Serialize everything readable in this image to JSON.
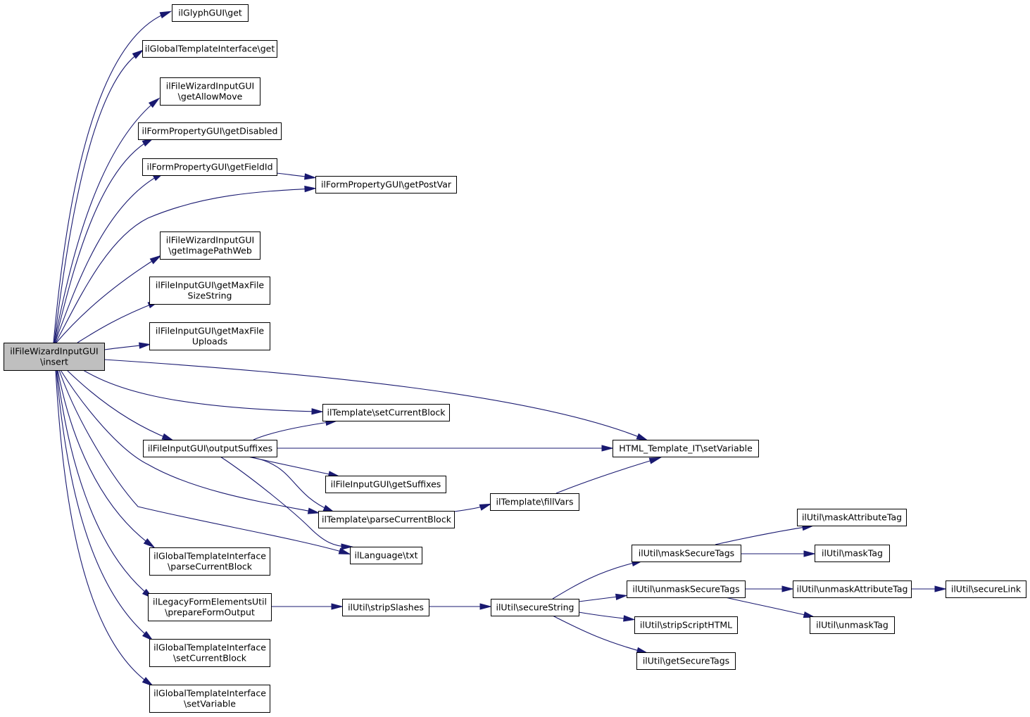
{
  "graph": {
    "root": "insert",
    "nodes": [
      {
        "id": "insert",
        "lines": [
          "ilFileWizardInputGUI",
          "\\insert"
        ]
      },
      {
        "id": "glyph_get",
        "lines": [
          "ilGlyphGUI\\get"
        ]
      },
      {
        "id": "gti_get",
        "lines": [
          "ilGlobalTemplateInterface\\get"
        ]
      },
      {
        "id": "getAllowMove",
        "lines": [
          "ilFileWizardInputGUI",
          "\\getAllowMove"
        ]
      },
      {
        "id": "getDisabled",
        "lines": [
          "ilFormPropertyGUI\\getDisabled"
        ]
      },
      {
        "id": "getFieldId",
        "lines": [
          "ilFormPropertyGUI\\getFieldId"
        ]
      },
      {
        "id": "getPostVar",
        "lines": [
          "ilFormPropertyGUI\\getPostVar"
        ]
      },
      {
        "id": "getImagePathWeb",
        "lines": [
          "ilFileWizardInputGUI",
          "\\getImagePathWeb"
        ]
      },
      {
        "id": "getMaxFileSizeString",
        "lines": [
          "ilFileInputGUI\\getMaxFile",
          "SizeString"
        ]
      },
      {
        "id": "getMaxFileUploads",
        "lines": [
          "ilFileInputGUI\\getMaxFile",
          "Uploads"
        ]
      },
      {
        "id": "tpl_setCurrentBlock",
        "lines": [
          "ilTemplate\\setCurrentBlock"
        ]
      },
      {
        "id": "outputSuffixes",
        "lines": [
          "ilFileInputGUI\\outputSuffixes"
        ]
      },
      {
        "id": "setVariable_it",
        "lines": [
          "HTML_Template_IT\\setVariable"
        ]
      },
      {
        "id": "getSuffixes",
        "lines": [
          "ilFileInputGUI\\getSuffixes"
        ]
      },
      {
        "id": "fillVars",
        "lines": [
          "ilTemplate\\fillVars"
        ]
      },
      {
        "id": "tpl_parseCurrentBlock",
        "lines": [
          "ilTemplate\\parseCurrentBlock"
        ]
      },
      {
        "id": "lng_txt",
        "lines": [
          "ilLanguage\\txt"
        ]
      },
      {
        "id": "gti_parseCurrentBlock",
        "lines": [
          "ilGlobalTemplateInterface",
          "\\parseCurrentBlock"
        ]
      },
      {
        "id": "prepareFormOutput",
        "lines": [
          "ilLegacyFormElementsUtil",
          "\\prepareFormOutput"
        ]
      },
      {
        "id": "gti_setCurrentBlock",
        "lines": [
          "ilGlobalTemplateInterface",
          "\\setCurrentBlock"
        ]
      },
      {
        "id": "gti_setVariable",
        "lines": [
          "ilGlobalTemplateInterface",
          "\\setVariable"
        ]
      },
      {
        "id": "stripSlashes",
        "lines": [
          "ilUtil\\stripSlashes"
        ]
      },
      {
        "id": "secureString",
        "lines": [
          "ilUtil\\secureString"
        ]
      },
      {
        "id": "maskSecureTags",
        "lines": [
          "ilUtil\\maskSecureTags"
        ]
      },
      {
        "id": "unmaskSecureTags",
        "lines": [
          "ilUtil\\unmaskSecureTags"
        ]
      },
      {
        "id": "stripScriptHTML",
        "lines": [
          "ilUtil\\stripScriptHTML"
        ]
      },
      {
        "id": "getSecureTags",
        "lines": [
          "ilUtil\\getSecureTags"
        ]
      },
      {
        "id": "maskAttributeTag",
        "lines": [
          "ilUtil\\maskAttributeTag"
        ]
      },
      {
        "id": "maskTag",
        "lines": [
          "ilUtil\\maskTag"
        ]
      },
      {
        "id": "unmaskAttributeTag",
        "lines": [
          "ilUtil\\unmaskAttributeTag"
        ]
      },
      {
        "id": "unmaskTag",
        "lines": [
          "ilUtil\\unmaskTag"
        ]
      },
      {
        "id": "secureLink",
        "lines": [
          "ilUtil\\secureLink"
        ]
      }
    ],
    "edges": [
      [
        "insert",
        "glyph_get"
      ],
      [
        "insert",
        "gti_get"
      ],
      [
        "insert",
        "getAllowMove"
      ],
      [
        "insert",
        "getDisabled"
      ],
      [
        "insert",
        "getFieldId"
      ],
      [
        "insert",
        "getPostVar"
      ],
      [
        "insert",
        "getImagePathWeb"
      ],
      [
        "insert",
        "getMaxFileSizeString"
      ],
      [
        "insert",
        "getMaxFileUploads"
      ],
      [
        "insert",
        "setVariable_it"
      ],
      [
        "insert",
        "tpl_setCurrentBlock"
      ],
      [
        "insert",
        "outputSuffixes"
      ],
      [
        "insert",
        "tpl_parseCurrentBlock"
      ],
      [
        "insert",
        "lng_txt"
      ],
      [
        "insert",
        "gti_parseCurrentBlock"
      ],
      [
        "insert",
        "prepareFormOutput"
      ],
      [
        "insert",
        "gti_setCurrentBlock"
      ],
      [
        "insert",
        "gti_setVariable"
      ],
      [
        "getFieldId",
        "getPostVar"
      ],
      [
        "outputSuffixes",
        "tpl_setCurrentBlock"
      ],
      [
        "outputSuffixes",
        "setVariable_it"
      ],
      [
        "outputSuffixes",
        "getSuffixes"
      ],
      [
        "outputSuffixes",
        "tpl_parseCurrentBlock"
      ],
      [
        "outputSuffixes",
        "lng_txt"
      ],
      [
        "tpl_parseCurrentBlock",
        "fillVars"
      ],
      [
        "fillVars",
        "setVariable_it"
      ],
      [
        "prepareFormOutput",
        "stripSlashes"
      ],
      [
        "stripSlashes",
        "secureString"
      ],
      [
        "secureString",
        "maskSecureTags"
      ],
      [
        "secureString",
        "unmaskSecureTags"
      ],
      [
        "secureString",
        "stripScriptHTML"
      ],
      [
        "secureString",
        "getSecureTags"
      ],
      [
        "maskSecureTags",
        "maskAttributeTag"
      ],
      [
        "maskSecureTags",
        "maskTag"
      ],
      [
        "unmaskSecureTags",
        "unmaskAttributeTag"
      ],
      [
        "unmaskSecureTags",
        "unmaskTag"
      ],
      [
        "unmaskAttributeTag",
        "secureLink"
      ]
    ],
    "colors": {
      "edge": "#191970",
      "node_border": "#000000",
      "node_fill": "#ffffff",
      "root_fill": "#bfbfbf"
    }
  }
}
